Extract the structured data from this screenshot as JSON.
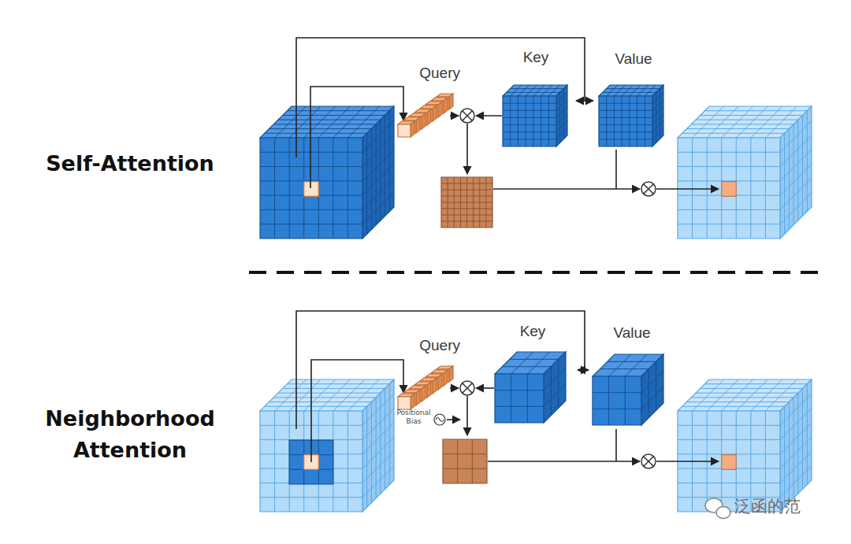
{
  "diagram": {
    "nodes": [
      {
        "text": [
          "Query"
        ]
      },
      {
        "text": [
          "Key"
        ]
      },
      {
        "text": [
          "Value"
        ]
      },
      {
        "text": [
          "Query"
        ]
      },
      {
        "text": [
          "Key"
        ]
      },
      {
        "text": [
          "Value"
        ]
      }
    ],
    "edges": [
      {
        "from": 1,
        "to": 2,
        "arrow": "both"
      },
      {
        "from": 4,
        "to": 5,
        "arrow": "both"
      }
    ],
    "labels": [
      "Self-Attention",
      "Neighborhood Attention",
      "Positional Bias",
      "泛函的范"
    ]
  }
}
